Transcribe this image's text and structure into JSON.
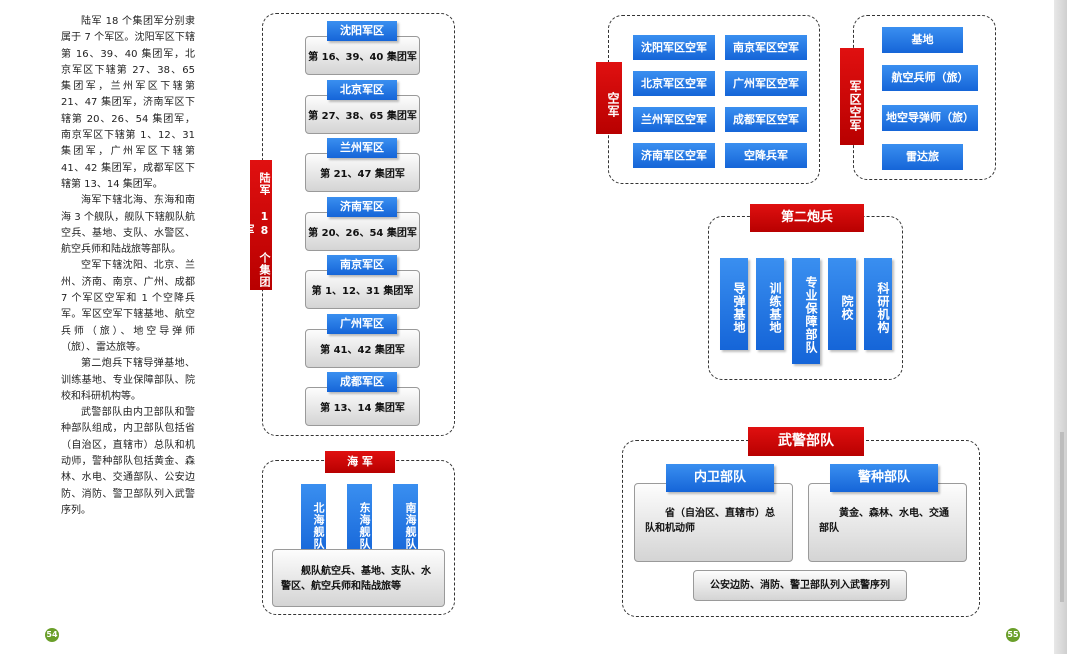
{
  "left_text": {
    "paragraphs": [
      "陆军 18 个集团军分别隶属于 7 个军区。沈阳军区下辖第 16、39、40 集团军，北京军区下辖第 27、38、65 集团军，兰州军区下辖第 21、47 集团军，济南军区下辖第 20、26、54 集团军，南京军区下辖第 1、12、31 集团军，广州军区下辖第 41、42 集团军，成都军区下辖第 13、14 集团军。",
      "海军下辖北海、东海和南海 3 个舰队，舰队下辖舰队航空兵、基地、支队、水警区、航空兵师和陆战旅等部队。",
      "空军下辖沈阳、北京、兰州、济南、南京、广州、成都 7 个军区空军和 1 个空降兵军。军区空军下辖基地、航空兵师（旅）、地空导弹师（旅）、雷达旅等。",
      "第二炮兵下辖导弹基地、训练基地、专业保障部队、院校和科研机构等。",
      "武警部队由内卫部队和警种部队组成，内卫部队包括省（自治区，直辖市）总队和机动师，警种部队包括黄金、森林、水电、交通部队、公安边防、消防、警卫部队列入武警序列。"
    ]
  },
  "army": {
    "title": "陆军 18 个集团军",
    "regions": [
      {
        "name": "沈阳军区",
        "groups": "第 16、39、40 集团军"
      },
      {
        "name": "北京军区",
        "groups": "第 27、38、65 集团军"
      },
      {
        "name": "兰州军区",
        "groups": "第 21、47 集团军"
      },
      {
        "name": "济南军区",
        "groups": "第 20、26、54 集团军"
      },
      {
        "name": "南京军区",
        "groups": "第 1、12、31 集团军"
      },
      {
        "name": "广州军区",
        "groups": "第 41、42 集团军"
      },
      {
        "name": "成都军区",
        "groups": "第 13、14 集团军"
      }
    ]
  },
  "navy": {
    "title": "海 军",
    "fleets": [
      "北海舰队",
      "东海舰队",
      "南海舰队"
    ],
    "units": "舰队航空兵、基地、支队、水警区、航空兵师和陆战旅等"
  },
  "air_force": {
    "title": "空军",
    "units": [
      "沈阳军区空军",
      "南京军区空军",
      "北京军区空军",
      "广州军区空军",
      "兰州军区空军",
      "成都军区空军",
      "济南军区空军",
      "空降兵军"
    ]
  },
  "region_air": {
    "title": "军区空军",
    "units": [
      "基地",
      "航空兵师（旅）",
      "地空导弹师（旅）",
      "雷达旅"
    ]
  },
  "second_artillery": {
    "title": "第二炮兵",
    "units": [
      "导弹基地",
      "训练基地",
      "专业保障部队",
      "院校",
      "科研机构"
    ]
  },
  "armed_police": {
    "title": "武警部队",
    "internal": {
      "title": "内卫部队",
      "desc": "省（自治区、直辖市）总队和机动师"
    },
    "special": {
      "title": "警种部队",
      "desc": "黄金、森林、水电、交通部队"
    },
    "bottom": "公安边防、消防、警卫部队列入武警序列"
  },
  "page_numbers": {
    "left": "54",
    "right": "55"
  },
  "colors": {
    "blue": "#1f78e6",
    "red": "#cc0000",
    "page_badge": "#6a9f2a"
  }
}
